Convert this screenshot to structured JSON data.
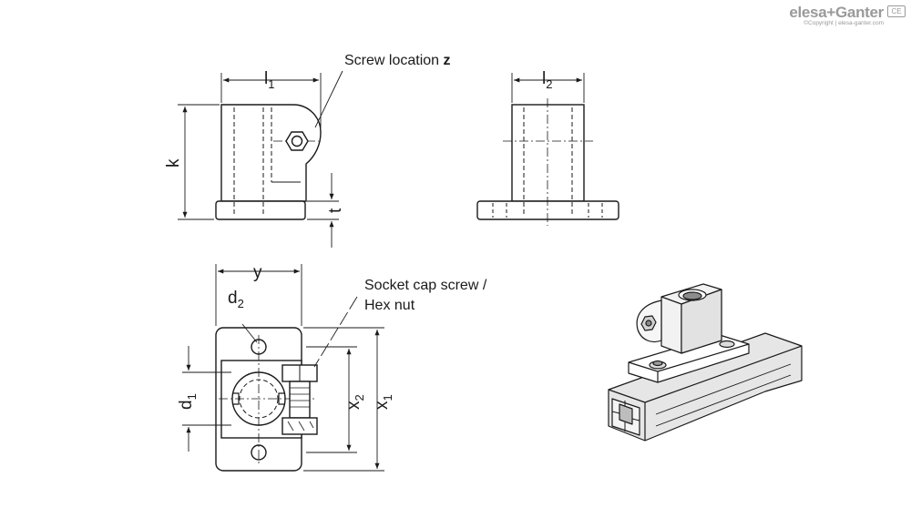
{
  "brand": {
    "name": "elesa+Ganter",
    "copyright": "©Copyright | elesa-ganter.com",
    "mark": "CE"
  },
  "views": {
    "side": {
      "l1": "l",
      "l1_sub": "1",
      "k": "k",
      "t": "t",
      "note_text": "Screw location ",
      "note_bold": "z"
    },
    "front": {
      "l2": "l",
      "l2_sub": "2"
    },
    "top": {
      "y": "y",
      "d2": "d",
      "d2_sub": "2",
      "d1": "d",
      "d1_sub": "1",
      "x2": "x",
      "x2_sub": "2",
      "x1": "x",
      "x1_sub": "1",
      "note_line1": "Socket cap screw /",
      "note_line2": "Hex nut"
    }
  },
  "colors": {
    "line": "#1a1a1a",
    "part": "#ffffff",
    "shade": "#d8d8d8",
    "brand": "#9a9a9a"
  }
}
